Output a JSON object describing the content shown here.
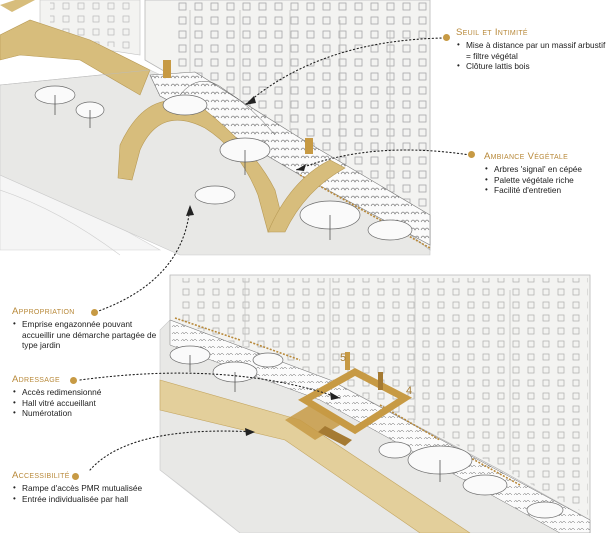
{
  "colors": {
    "accent": "#c79a44",
    "path_fill": "#d7bd7c",
    "lawn": "#e6e6e4",
    "building": "#f4f4f2",
    "line": "#8a8a8a"
  },
  "annotations": [
    {
      "id": "seuil",
      "title": "Seuil et Intimité",
      "items": [
        "Mise à distance par un massif arbustif = filtre végétal",
        "Clôture lattis bois"
      ]
    },
    {
      "id": "ambiance",
      "title": "Ambiance Végétale",
      "items": [
        "Arbres 'signal' en cépée",
        "Palette végétale riche",
        "Facilité d'entretien"
      ]
    },
    {
      "id": "appropriation",
      "title": "Appropriation",
      "items": [
        "Emprise engazonnée pouvant accueillir une démarche partagée de type jardin"
      ]
    },
    {
      "id": "adressage",
      "title": "Adressage",
      "items": [
        "Accès redimensionné",
        "Hall vitré accueillant",
        "Numérotation"
      ]
    },
    {
      "id": "accessibilite",
      "title": "Accessibilité",
      "items": [
        "Rampe d'accès PMR mutualisée",
        "Entrée individualisée par hall"
      ]
    }
  ],
  "entrance_numbers": [
    "5",
    "4"
  ]
}
